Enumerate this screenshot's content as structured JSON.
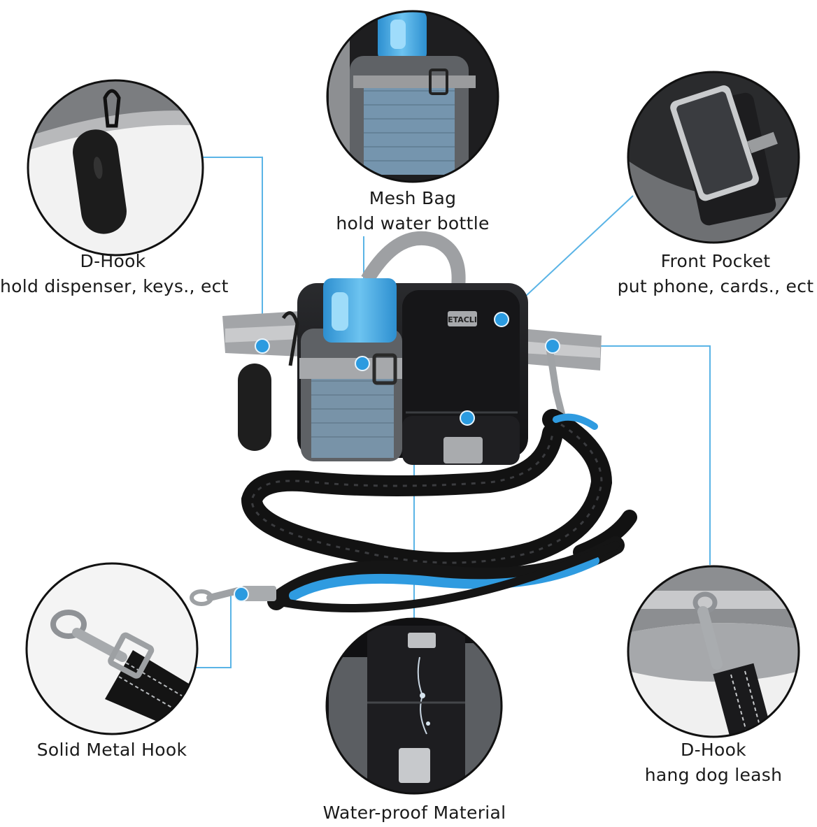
{
  "labels": {
    "d_hook_left": {
      "line1": "D-Hook",
      "line2": "hold dispenser, keys., ect"
    },
    "mesh_bag": {
      "line1": "Mesh Bag",
      "line2": "hold water bottle"
    },
    "front_pocket": {
      "line1": "Front Pocket",
      "line2": "put phone, cards., ect"
    },
    "metal_hook": {
      "line1": "Solid Metal Hook"
    },
    "waterproof": {
      "line1": "Water-proof Material"
    },
    "d_hook_right": {
      "line1": "D-Hook",
      "line2": "hang dog leash"
    },
    "brand": "ETACLI"
  },
  "colors": {
    "accent": "#2b9be0",
    "callout_line": "#5ab4e6",
    "bag_black": "#1b1b1d",
    "bag_gray": "#8a8c8f",
    "bottle_blue": "#3aa6e2"
  }
}
